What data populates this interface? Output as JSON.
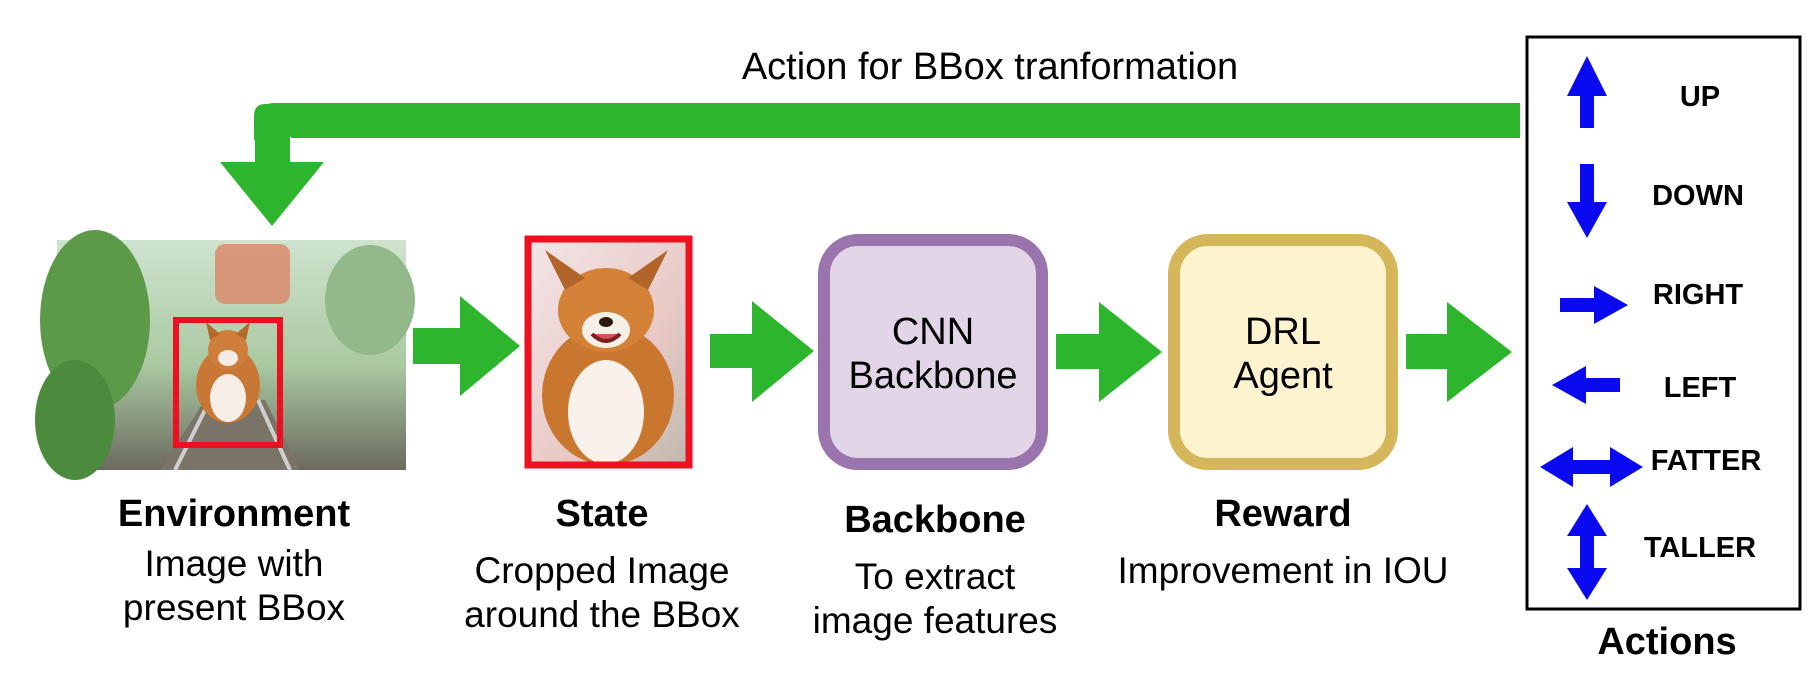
{
  "feedback_label": "Action for BBox tranformation",
  "colors": {
    "arrow_green": "#2db52d",
    "bbox_red": "#ee1020",
    "cnn_fill": "#e2d5e8",
    "cnn_border": "#9a74ad",
    "drl_fill": "#fdf3cf",
    "drl_border": "#d6b65a",
    "action_arrow_blue": "#0a0af0"
  },
  "boxes": {
    "cnn": {
      "line1": "CNN",
      "line2": "Backbone"
    },
    "drl": {
      "line1": "DRL",
      "line2": "Agent"
    }
  },
  "captions": {
    "environment": {
      "title": "Environment",
      "line1": "Image with",
      "line2": "present BBox"
    },
    "state": {
      "title": "State",
      "line1": "Cropped Image",
      "line2": "around the BBox"
    },
    "backbone": {
      "title": "Backbone",
      "line1": "To extract",
      "line2": "image features"
    },
    "reward": {
      "title": "Reward",
      "line1": "Improvement in IOU"
    }
  },
  "actions": {
    "title": "Actions",
    "items": [
      {
        "label": "UP",
        "icon": "arrow-up-icon"
      },
      {
        "label": "DOWN",
        "icon": "arrow-down-icon"
      },
      {
        "label": "RIGHT",
        "icon": "arrow-right-icon"
      },
      {
        "label": "LEFT",
        "icon": "arrow-left-icon"
      },
      {
        "label": "FATTER",
        "icon": "arrow-horizontal-double-icon"
      },
      {
        "label": "TALLER",
        "icon": "arrow-vertical-double-icon"
      }
    ]
  }
}
